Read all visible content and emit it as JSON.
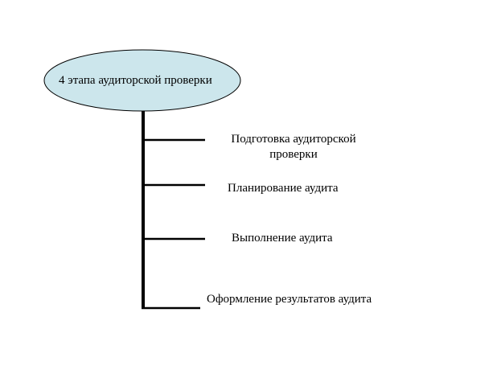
{
  "root": {
    "label": "4 этапа аудиторской проверки",
    "fill": "#cce6ec"
  },
  "stages": [
    {
      "line1": "Подготовка аудиторской",
      "line2": "проверки"
    },
    {
      "line1": "Планирование аудита"
    },
    {
      "line1": "Выполнение аудита"
    },
    {
      "line1": "Оформление результатов аудита"
    }
  ]
}
